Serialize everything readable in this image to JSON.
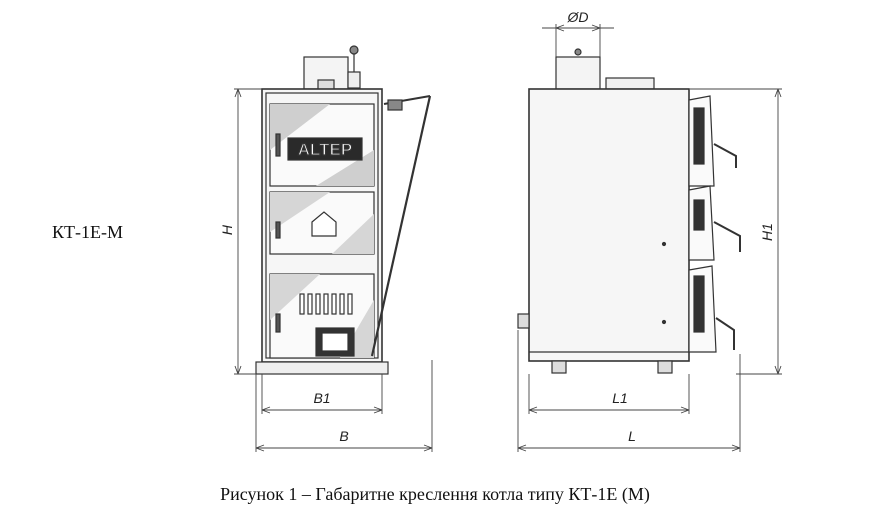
{
  "model_label": "КТ-1Е-М",
  "caption": "Рисунок 1 – Габаритне креслення котла типу КТ-1Е (М)",
  "brand_plate": "ALTEP",
  "dimensions": {
    "height": "H",
    "height_side": "H1",
    "width_inner": "B1",
    "width": "B",
    "depth_inner": "L1",
    "depth": "L",
    "chimney_diameter": "ØD"
  }
}
